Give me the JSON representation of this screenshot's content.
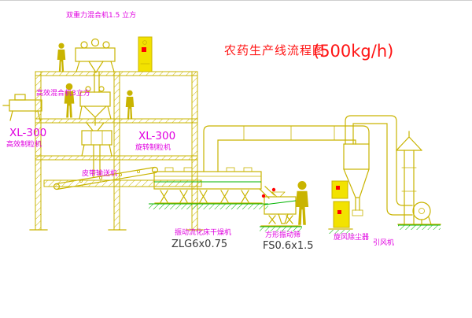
{
  "diagram": {
    "title": {
      "main": "农药生产线流程图",
      "capacity": "(500kg/h)"
    },
    "labels": {
      "top_mixer": "双重力混合机1.5 立方",
      "mid_mixer": "高效混合机3立方",
      "left_granulator_model": "XL-300",
      "left_granulator_name": "高效制粒机",
      "mid_granulator_model": "XL-300",
      "mid_granulator_name": "旋转制粒机",
      "belt_conveyor": "皮带输送机",
      "dryer_name": "振动流化床干燥机",
      "dryer_model": "ZLG6x0.75",
      "sieve_name": "方形振动筛",
      "sieve_model": "FS0.6x1.5",
      "cyclone_duster": "旋风除尘器",
      "induced_fan": "引风机"
    }
  },
  "colors": {
    "line": "#c9b400",
    "panel_fill": "#f2e200",
    "green": "#00b400",
    "label": "#e000e0",
    "title": "#ff1414",
    "dark_text": "#3a3a3a",
    "red_dot": "#ff0000"
  }
}
